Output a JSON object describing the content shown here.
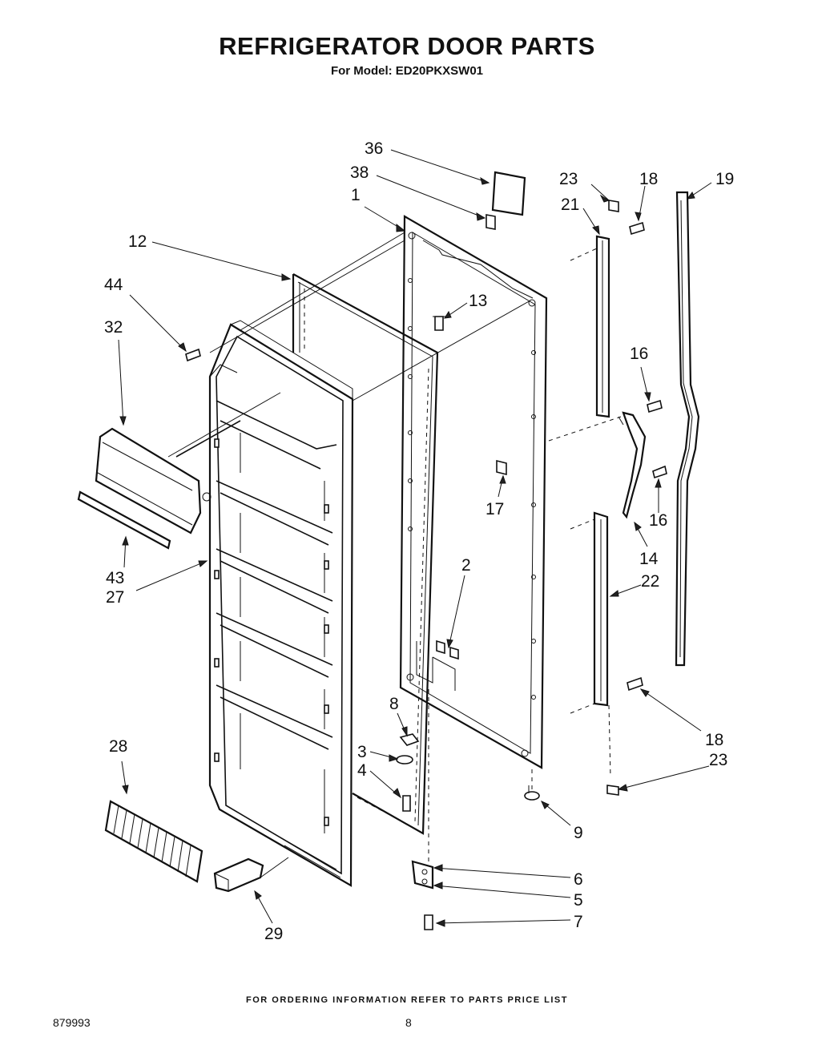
{
  "header": {
    "title": "REFRIGERATOR DOOR PARTS",
    "subtitle": "For Model: ED20PKXSW01"
  },
  "callouts": [
    "36",
    "38",
    "1",
    "23",
    "18",
    "19",
    "21",
    "12",
    "13",
    "44",
    "32",
    "16",
    "17",
    "16",
    "14",
    "22",
    "43",
    "27",
    "2",
    "8",
    "18",
    "3",
    "23",
    "4",
    "28",
    "9",
    "6",
    "5",
    "7",
    "29"
  ],
  "footer": {
    "ordering_note": "FOR ORDERING INFORMATION REFER TO PARTS PRICE LIST",
    "document_number": "879993",
    "page_number": "8"
  }
}
